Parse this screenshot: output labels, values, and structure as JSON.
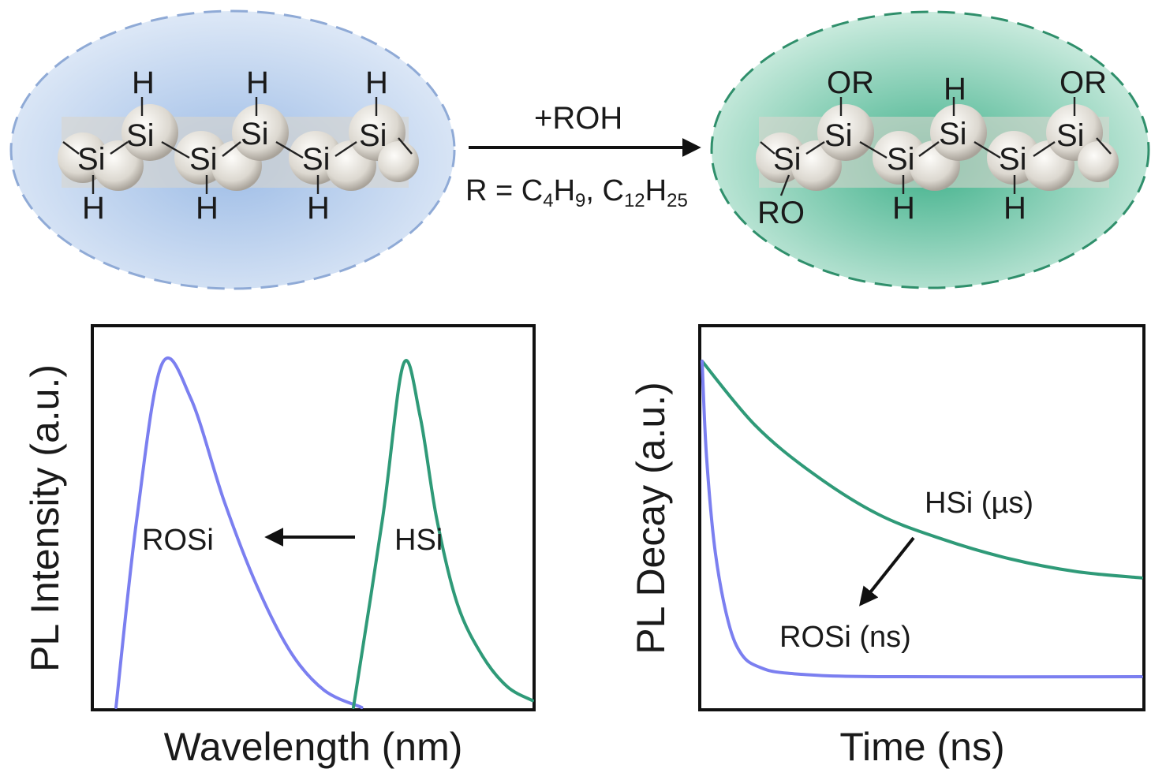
{
  "colors": {
    "blue_curve": "#7b7ff0",
    "green_curve": "#2f9a78",
    "left_ellipse_fill": "#c7d8ef",
    "left_ellipse_stroke": "#8faad6",
    "right_ellipse_fill": "#a8dcc7",
    "right_ellipse_stroke": "#2f8f6b"
  },
  "reaction": {
    "reagent": "+ROH",
    "condition_prefix": "R = C",
    "c4": "4",
    "h9": "9",
    "c12": "12",
    "h25": "25",
    "sep": ", C",
    "h_letter": "H"
  },
  "left_molecule": {
    "atoms": [
      "Si",
      "Si",
      "Si",
      "Si",
      "Si",
      "Si"
    ],
    "substituents": [
      "H",
      "H",
      "H",
      "H",
      "H",
      "H"
    ]
  },
  "right_molecule": {
    "atoms": [
      "Si",
      "Si",
      "Si",
      "Si",
      "Si",
      "Si"
    ],
    "substituents": [
      "OR",
      "H",
      "OR",
      "RO",
      "H",
      "H"
    ]
  },
  "chart_data": [
    {
      "type": "line",
      "xlabel": "Wavelength (nm)",
      "ylabel": "PL Intensity (a.u.)",
      "annotations": [
        "ROSi",
        "HSi"
      ],
      "series": [
        {
          "name": "ROSi",
          "color": "#7b7ff0",
          "x": [
            0.0,
            0.05,
            0.11,
            0.18,
            0.26,
            0.34,
            0.42,
            0.5,
            0.59
          ],
          "y": [
            0.0,
            0.55,
            1.0,
            0.9,
            0.6,
            0.35,
            0.16,
            0.05,
            0.0
          ]
        },
        {
          "name": "HSi",
          "color": "#2f9a78",
          "x": [
            0.57,
            0.64,
            0.69,
            0.73,
            0.77,
            0.82,
            0.88,
            0.94,
            1.0
          ],
          "y": [
            0.0,
            0.55,
            1.0,
            0.85,
            0.55,
            0.3,
            0.15,
            0.06,
            0.02
          ]
        }
      ]
    },
    {
      "type": "line",
      "xlabel": "Time (ns)",
      "ylabel": "PL Decay (a.u.)",
      "annotations": [
        "HSi (µs)",
        "ROSi (ns)"
      ],
      "series": [
        {
          "name": "HSi (µs)",
          "color": "#2f9a78",
          "x": [
            0.0,
            0.12,
            0.25,
            0.4,
            0.55,
            0.7,
            0.85,
            1.0
          ],
          "y": [
            1.0,
            0.8,
            0.65,
            0.52,
            0.44,
            0.38,
            0.34,
            0.32
          ]
        },
        {
          "name": "ROSi (ns)",
          "color": "#7b7ff0",
          "x": [
            0.0,
            0.01,
            0.03,
            0.06,
            0.09,
            0.13,
            0.2,
            0.4,
            1.0
          ],
          "y": [
            1.0,
            0.7,
            0.4,
            0.18,
            0.08,
            0.04,
            0.02,
            0.01,
            0.01
          ]
        }
      ]
    }
  ]
}
